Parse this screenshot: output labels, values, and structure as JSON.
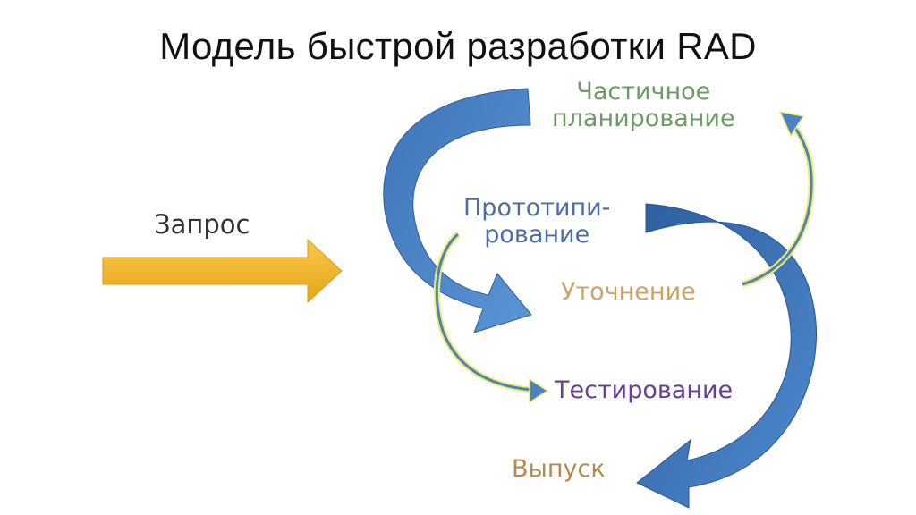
{
  "title": "Модель быстрой разработки RAD",
  "stages": {
    "request": "Запрос",
    "planning_line1": "Частичное",
    "planning_line2": "планирование",
    "prototyping_line1": "Прототипи-",
    "prototyping_line2": "рование",
    "refinement": "Уточнение",
    "testing": "Тестирование",
    "release": "Выпуск"
  },
  "colors": {
    "blue_arrow": "#4a82c4",
    "blue_arrow_dark": "#2d5e9a",
    "yellow_arrow": "#f3b32a",
    "thin_arrow": "#f2ec6a",
    "planning": "#6d9a66",
    "prototyping": "#4d6ea0",
    "refinement": "#c9a46a",
    "testing": "#6a3f93",
    "release": "#b8884c",
    "request": "#333333"
  }
}
